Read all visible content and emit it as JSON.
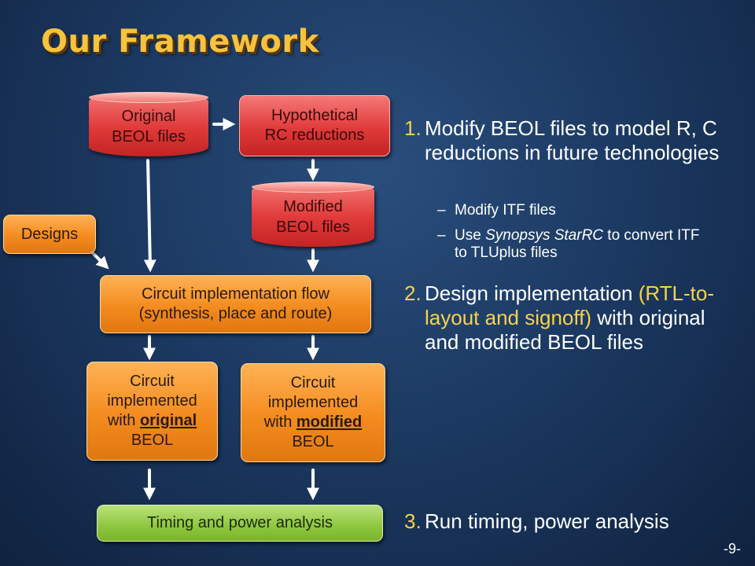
{
  "title": "Our Framework",
  "diagram": {
    "original_beol": [
      "Original",
      "BEOL files"
    ],
    "hypothetical": [
      "Hypothetical",
      "RC reductions"
    ],
    "modified_beol": [
      "Modified",
      "BEOL files"
    ],
    "designs": "Designs",
    "flow": [
      "Circuit implementation flow",
      "(synthesis, place and route)"
    ],
    "impl_original": [
      "Circuit",
      "implemented",
      "with ",
      "original",
      "BEOL"
    ],
    "impl_modified": [
      "Circuit",
      "implemented",
      "with ",
      "modified",
      "BEOL"
    ],
    "analysis": "Timing and power analysis"
  },
  "steps": [
    {
      "num": "1.",
      "text": "Modify BEOL files to model R, C reductions in future technologies"
    },
    {
      "num": "2.",
      "text_a": "Design implementation ",
      "text_highlight": "(RTL-to-layout and signoff)",
      "text_b": " with original and modified BEOL files"
    },
    {
      "num": "3.",
      "text": "Run timing, power analysis"
    }
  ],
  "substeps": [
    {
      "dash": "–",
      "text": "Modify ITF files"
    },
    {
      "dash": "–",
      "text_a": "Use ",
      "text_italic": "Synopsys StarRC",
      "text_b": " to convert ITF to TLUplus files"
    }
  ],
  "page_number": "-9-",
  "colors": {
    "title": "#f9c23c",
    "highlight": "#f9d24a",
    "red_box": "#e03a3a",
    "orange_box": "#f38b1f",
    "green_box": "#8ec63f"
  }
}
